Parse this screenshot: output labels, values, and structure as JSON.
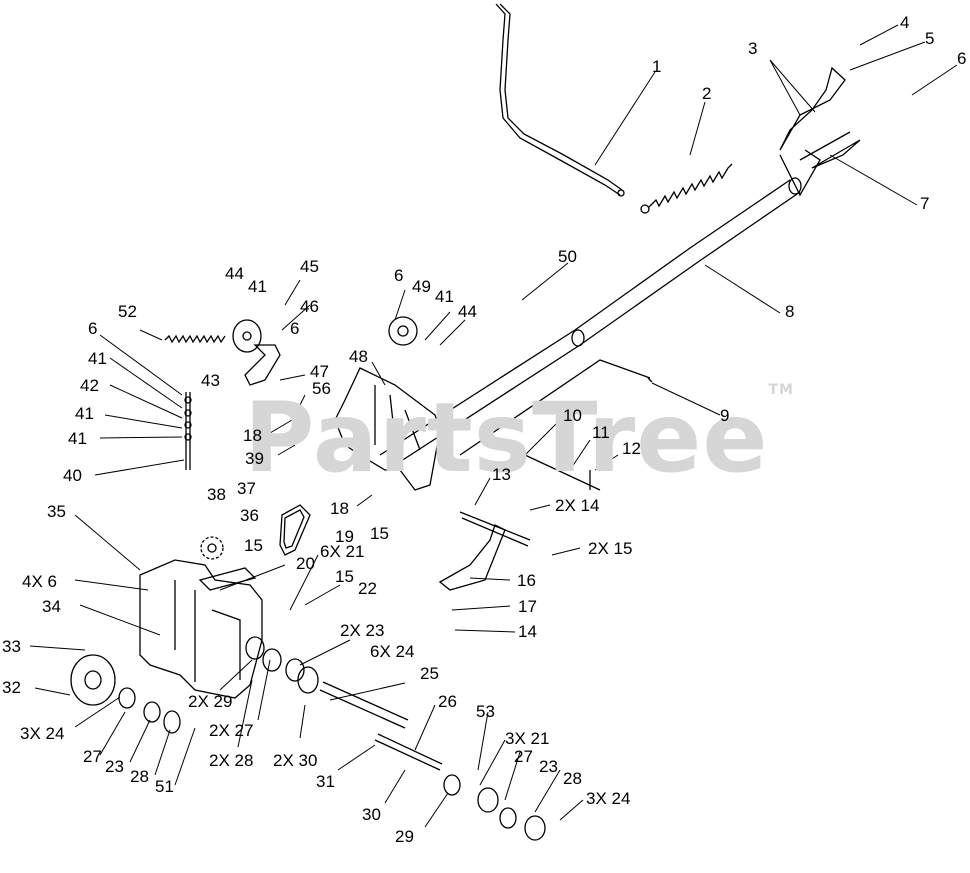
{
  "watermark": {
    "text": "PartsTree",
    "mark": "TM"
  },
  "callouts": [
    "1",
    "2",
    "3",
    "4",
    "5",
    "6",
    "7",
    "8",
    "9",
    "10",
    "11",
    "12",
    "13",
    "2X 14",
    "2X 15",
    "16",
    "17",
    "14",
    "50",
    "6",
    "49",
    "41",
    "44",
    "48",
    "44",
    "41",
    "45",
    "46",
    "6",
    "52",
    "47",
    "56",
    "43",
    "6",
    "41",
    "42",
    "41",
    "41",
    "40",
    "18",
    "39",
    "18",
    "15",
    "38",
    "37",
    "36",
    "15",
    "19",
    "35",
    "20",
    "6X 21",
    "4X 6",
    "15",
    "22",
    "34",
    "2X 23",
    "6X 24",
    "33",
    "25",
    "32",
    "2X 29",
    "2X 27",
    "3X 24",
    "27",
    "23",
    "28",
    "51",
    "2X 28",
    "2X 30",
    "26",
    "53",
    "3X 21",
    "31",
    "27",
    "23",
    "28",
    "3X 24",
    "30",
    "29"
  ]
}
